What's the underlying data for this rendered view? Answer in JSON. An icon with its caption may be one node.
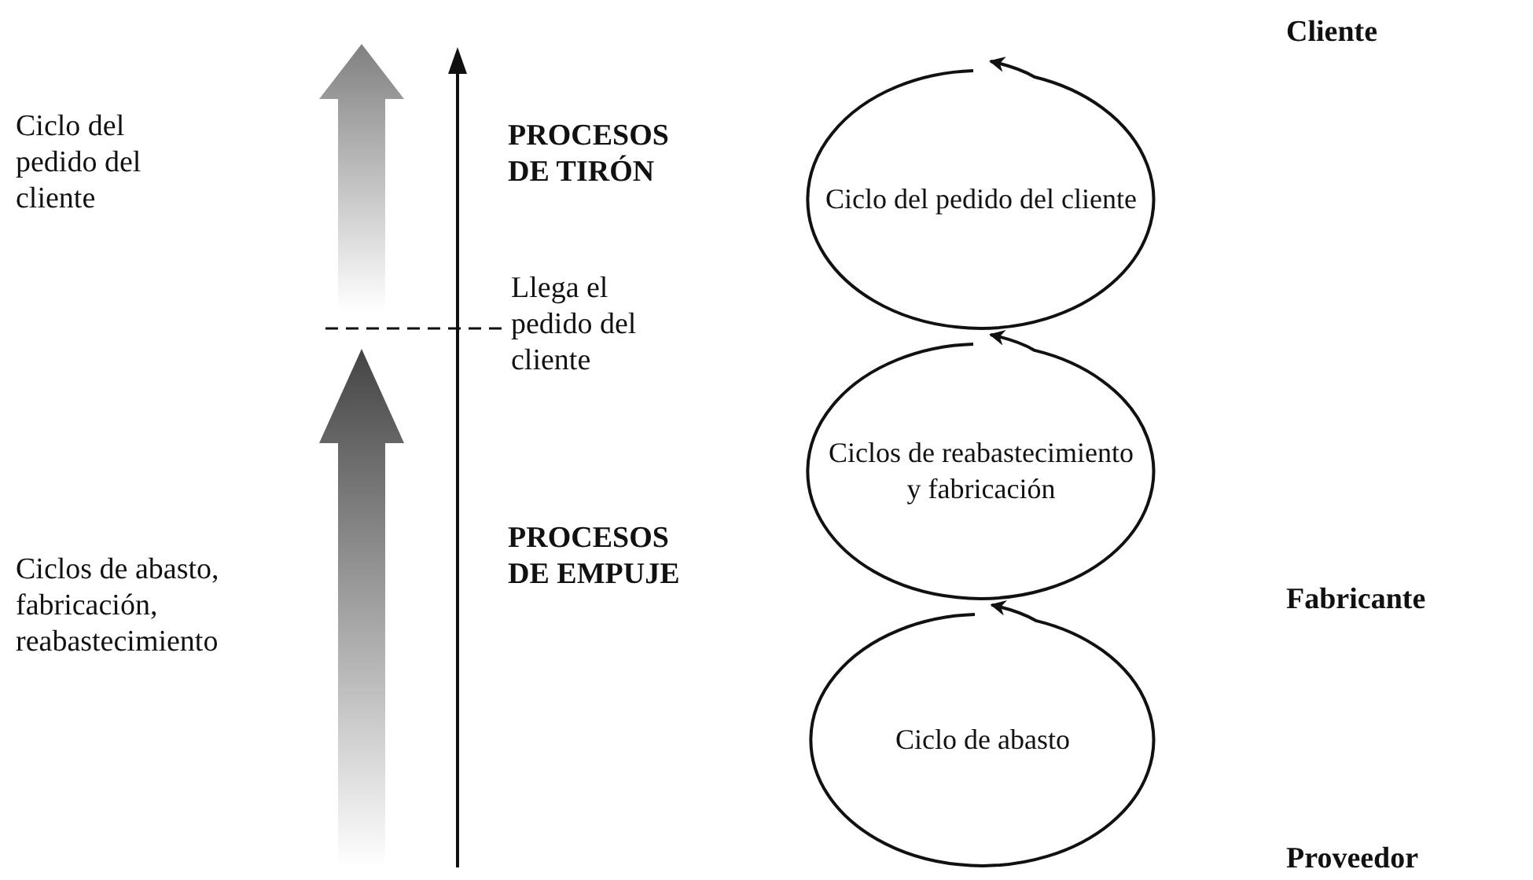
{
  "diagram": {
    "nodes": [
      {
        "text": [
          "Ciclo del pedido del cliente"
        ]
      },
      {
        "text": [
          "Ciclos de reabastecimiento y fabricación"
        ]
      },
      {
        "text": [
          "Ciclo de abasto"
        ]
      }
    ],
    "labels": [
      "Cliente",
      "Ciclo del pedido del cliente",
      "PROCESOS DE TIRÓN",
      "Llega el pedido del cliente",
      "Ciclos de abasto, fabricación, reabastecimiento",
      "PROCESOS DE EMPUJE",
      "Fabricante",
      "Proveedor"
    ]
  }
}
